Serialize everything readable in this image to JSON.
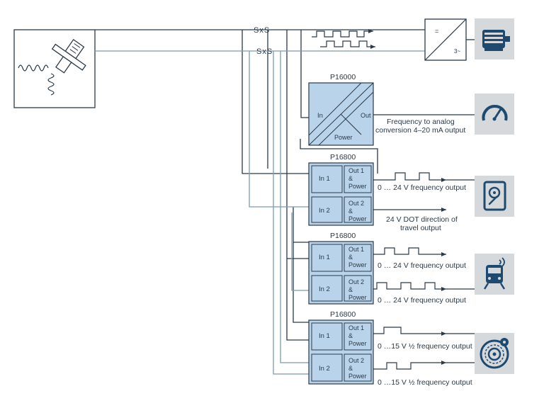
{
  "cable_labels": [
    "SxS",
    "SxS"
  ],
  "inverter": {
    "top_symbol": "=",
    "bottom_symbol": "3~"
  },
  "p16000": {
    "title": "P16000",
    "in_label": "In",
    "out_label": "Out",
    "power_label": "Power",
    "output_text_1": "Frequency to analog",
    "output_text_2": "conversion 4–20 mA output"
  },
  "p16800_blocks": [
    {
      "title": "P16800",
      "channels": [
        {
          "in_label": "In 1",
          "out_lines": [
            "Out 1",
            "&",
            "Power"
          ],
          "output_text": [
            "0 … 24 V frequency output"
          ]
        },
        {
          "in_label": "In 2",
          "out_lines": [
            "Out 2",
            "&",
            "Power"
          ],
          "output_text": [
            "24 V DOT direction of",
            "travel output"
          ]
        }
      ]
    },
    {
      "title": "P16800",
      "channels": [
        {
          "in_label": "In 1",
          "out_lines": [
            "Out 1",
            "&",
            "Power"
          ],
          "output_text": [
            "0 … 24 V frequency output"
          ]
        },
        {
          "in_label": "In 2",
          "out_lines": [
            "Out 2",
            "&",
            "Power"
          ],
          "output_text": [
            "0 … 24 V frequency output"
          ]
        }
      ]
    },
    {
      "title": "P16800",
      "channels": [
        {
          "in_label": "In 1",
          "out_lines": [
            "Out 1",
            "&",
            "Power"
          ],
          "output_text": [
            "0 …15 V ½ frequency output"
          ]
        },
        {
          "in_label": "In 2",
          "out_lines": [
            "Out 2",
            "&",
            "Power"
          ],
          "output_text": [
            "0 …15 V ½ frequency output"
          ]
        }
      ]
    }
  ],
  "icons": [
    "motor-icon",
    "gauge-icon",
    "data-recorder-icon",
    "train-icon",
    "brake-disc-icon"
  ]
}
